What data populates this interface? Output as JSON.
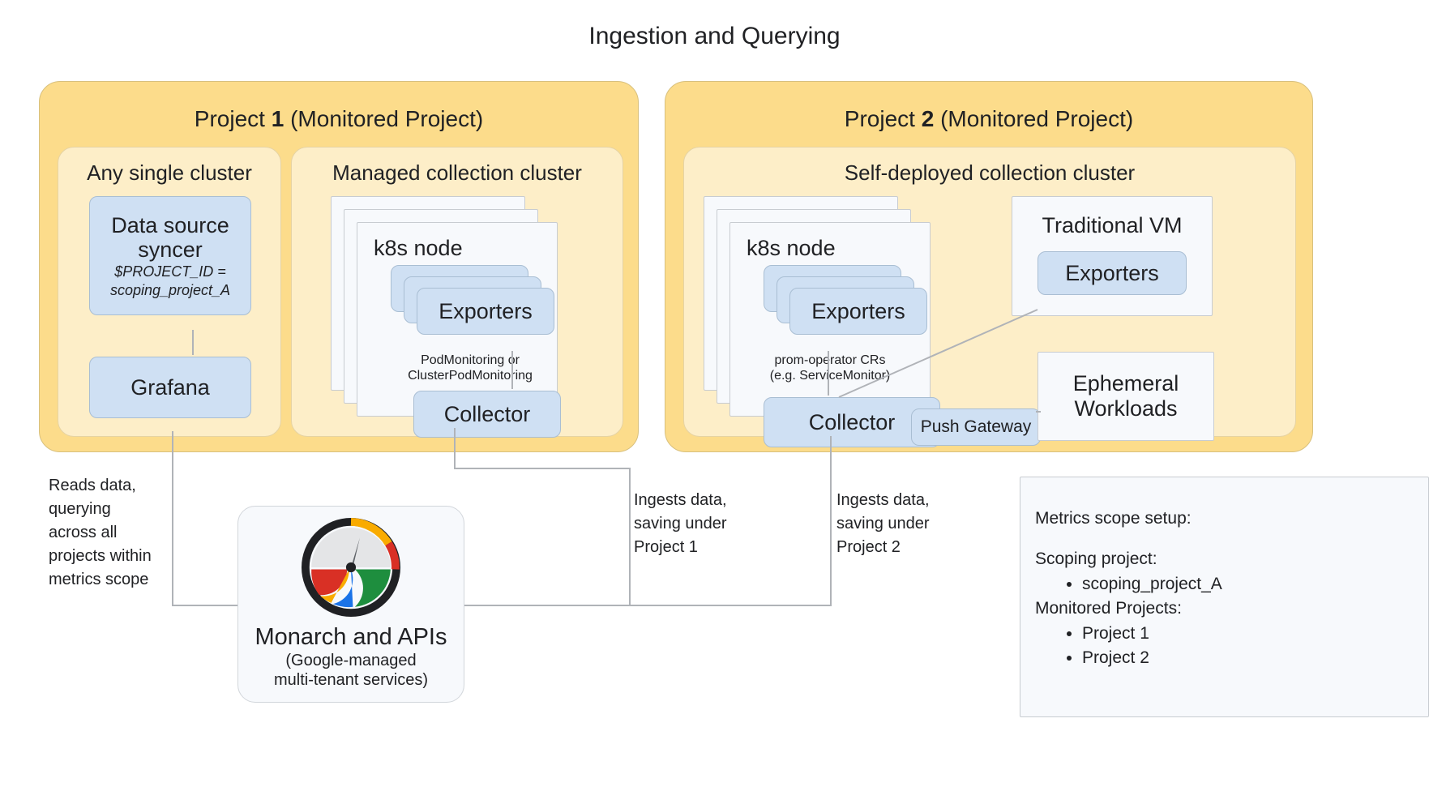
{
  "title": "Ingestion and Querying",
  "projects": [
    {
      "name": "project-1",
      "label_prefix": "Project ",
      "label_number": "1",
      "label_suffix": " (Monitored Project)",
      "clusters": [
        {
          "name": "any-single-cluster",
          "title": "Any single cluster",
          "boxes": [
            {
              "name": "data-source-syncer",
              "label": "Data source syncer",
              "sub1": "$PROJECT_ID =",
              "sub2": "scoping_project_A"
            },
            {
              "name": "grafana",
              "label": "Grafana"
            }
          ]
        },
        {
          "name": "managed-collection-cluster",
          "title": "Managed collection cluster",
          "node_title": "k8s node",
          "exporters": "Exporters",
          "collector": "Collector",
          "edge_label_line1": "PodMonitoring or",
          "edge_label_line2": "ClusterPodMonitoring"
        }
      ]
    },
    {
      "name": "project-2",
      "label_prefix": "Project ",
      "label_number": "2",
      "label_suffix": " (Monitored Project)",
      "clusters": [
        {
          "name": "self-deployed-collection-cluster",
          "title": "Self-deployed collection cluster",
          "node_title": "k8s node",
          "exporters": "Exporters",
          "collector": "Collector",
          "push_gateway": "Push Gateway",
          "edge_label_line1": "prom-operator CRs",
          "edge_label_line2": "(e.g. ServiceMonitor)",
          "vm_title": "Traditional VM",
          "vm_exporters": "Exporters",
          "ephemeral_line1": "Ephemeral",
          "ephemeral_line2": "Workloads"
        }
      ]
    }
  ],
  "notes": {
    "reads": "Reads data,\nquerying\nacross all\nprojects within\nmetrics scope",
    "ingest_p1": "Ingests data,\nsaving under\nProject 1",
    "ingest_p2": "Ingests data,\nsaving under\nProject 2"
  },
  "monarch": {
    "label": "Monarch and APIs",
    "sub_line1": "(Google-managed",
    "sub_line2": "multi-tenant services)",
    "icon": "monarch-gauge-logo",
    "colors": {
      "ring": "#202124",
      "red": "#d93025",
      "yellow": "#f9ab00",
      "blue": "#1a73e8",
      "green": "#1e8e3e",
      "dial": "#e4e5e7"
    }
  },
  "legend": {
    "heading": "Metrics scope setup:",
    "scoping_heading": "Scoping project:",
    "scoping_items": [
      "scoping_project_A"
    ],
    "monitored_heading": "Monitored Projects:",
    "monitored_items": [
      "Project 1",
      "Project 2"
    ]
  },
  "colors": {
    "project_fill": "#fcdc8b",
    "cluster_fill": "#fdeec8",
    "component_fill": "#cfe0f3",
    "card_fill": "#f7f9fc",
    "line": "#b0b3b8"
  }
}
